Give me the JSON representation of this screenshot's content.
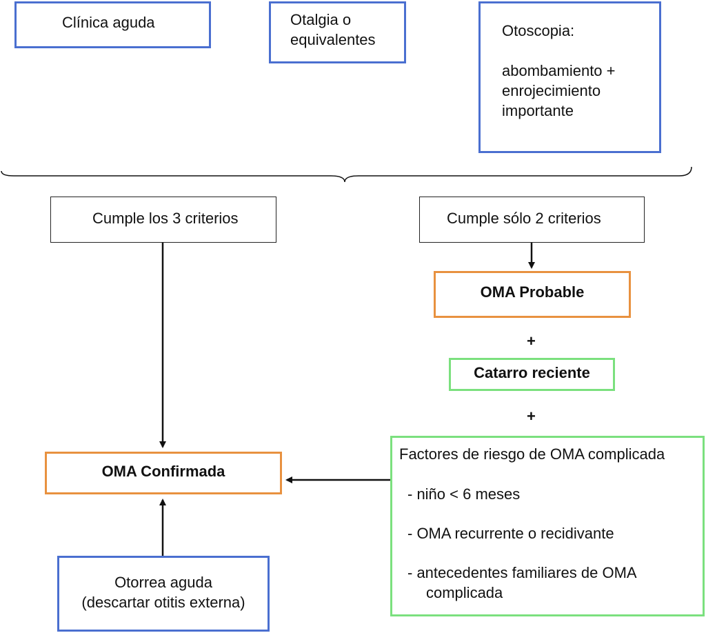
{
  "criteria": {
    "clinica": "Clínica aguda",
    "otalgia_line1": "Otalgia o",
    "otalgia_line2": "equivalentes",
    "otoscopia_title": "Otoscopia:",
    "otoscopia_line1": "abombamiento +",
    "otoscopia_line2": "enrojecimiento",
    "otoscopia_line3": "importante"
  },
  "branches": {
    "three": "Cumple los 3 criterios",
    "two": "Cumple sólo 2 criterios"
  },
  "probable": "OMA Probable",
  "plus": "+",
  "catarro": "Catarro reciente",
  "factores": {
    "title": "Factores de riesgo de OMA complicada",
    "items": [
      "- niño < 6 meses",
      "- OMA recurrente o recidivante",
      "- antecedentes familiares de OMA",
      "complicada"
    ]
  },
  "confirmada": "OMA Confirmada",
  "otorrea": {
    "line1": "Otorrea  aguda",
    "line2": "(descartar otitis externa)"
  },
  "colors": {
    "blue": "#4a6fd0",
    "orange": "#e8913f",
    "green": "#7be07e",
    "black": "#222222"
  }
}
